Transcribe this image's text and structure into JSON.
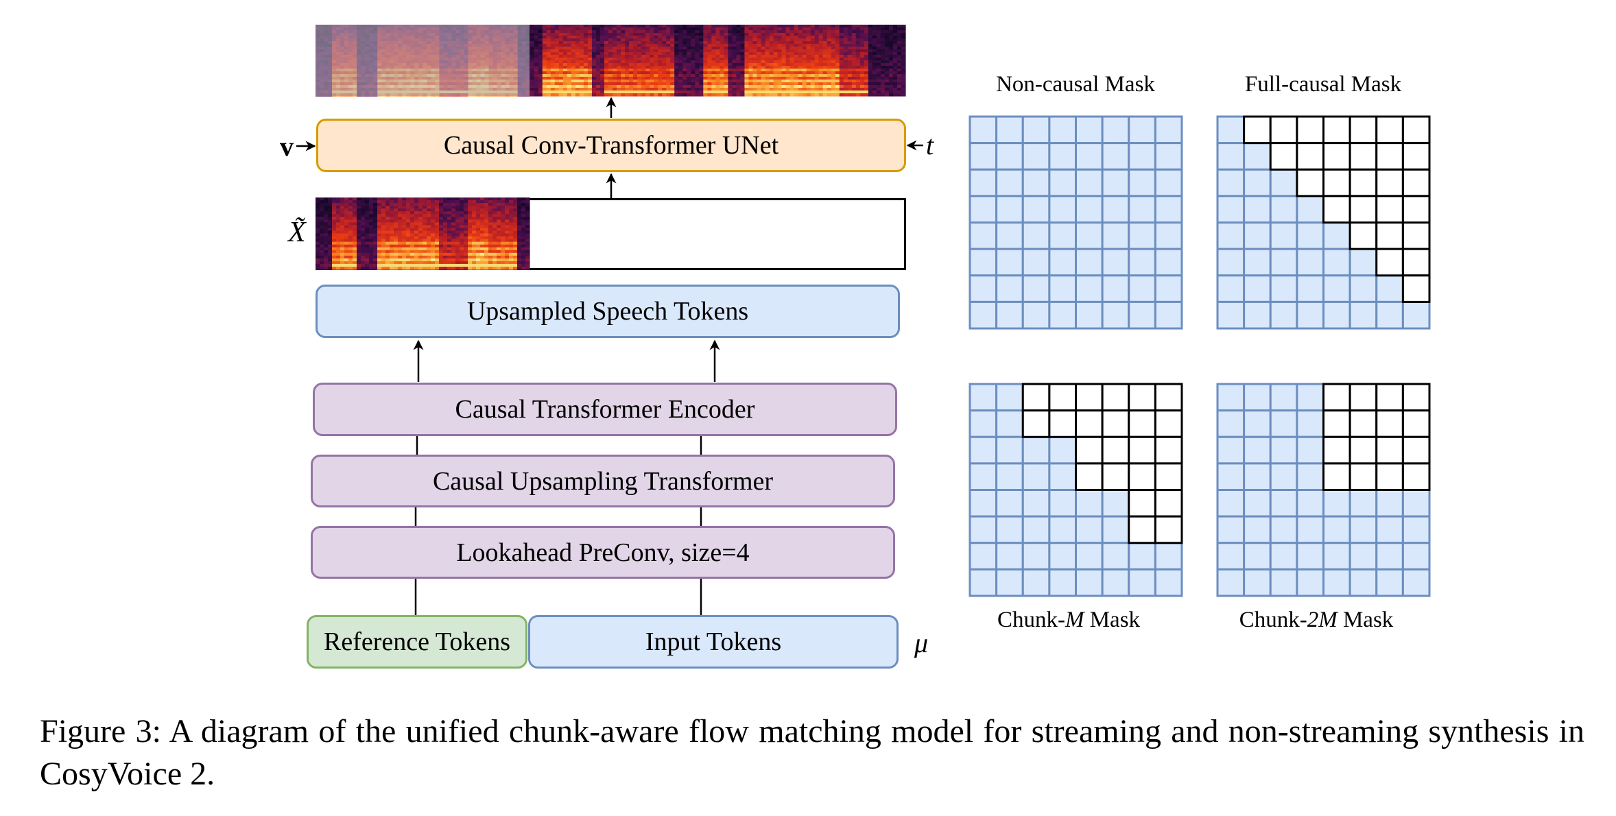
{
  "figure": {
    "blocks": {
      "unet": "Causal Conv-Transformer UNet",
      "upsampled_tokens": "Upsampled Speech Tokens",
      "encoder": "Causal Transformer Encoder",
      "upsampling_transformer": "Causal Upsampling Transformer",
      "lookahead": "Lookahead PreConv, size=4",
      "reference_tokens": "Reference Tokens",
      "input_tokens": "Input Tokens"
    },
    "symbols": {
      "v": "v",
      "t": "t",
      "x_tilde": "X̃",
      "mu": "μ"
    },
    "masks": [
      {
        "title_prefix": "Non-causal Mask",
        "title_italic": "",
        "title_suffix": "",
        "visible_per_row": [
          8,
          8,
          8,
          8,
          8,
          8,
          8,
          8
        ]
      },
      {
        "title_prefix": "Full-causal Mask",
        "title_italic": "",
        "title_suffix": "",
        "visible_per_row": [
          1,
          2,
          3,
          4,
          5,
          6,
          7,
          8
        ]
      },
      {
        "title_prefix": "Chunk-",
        "title_italic": "M",
        "title_suffix": " Mask",
        "visible_per_row": [
          2,
          2,
          4,
          4,
          6,
          6,
          8,
          8
        ]
      },
      {
        "title_prefix": "Chunk-",
        "title_italic": "2M",
        "title_suffix": " Mask",
        "visible_per_row": [
          4,
          4,
          4,
          4,
          8,
          8,
          8,
          8
        ]
      }
    ],
    "mask_grid_size": 8,
    "colors": {
      "visible_cell": "#dae8fc",
      "visible_stroke": "#6c8ebf",
      "masked_cell": "#ffffff",
      "masked_stroke": "#000000"
    }
  },
  "caption": {
    "line": "Figure 3:  A diagram of the unified chunk-aware flow matching model for streaming and non-streaming synthesis in CosyVoice 2."
  }
}
